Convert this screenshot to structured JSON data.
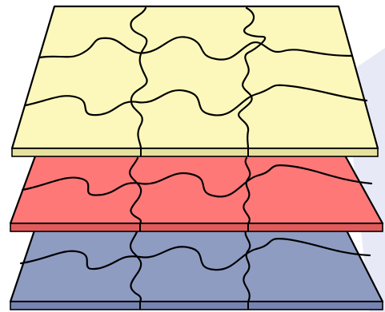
{
  "figure": {
    "type": "stacked-jigsaw-puzzle-layers",
    "layers": [
      {
        "name": "bottom",
        "color": "#8e9cc2",
        "edge_color": "#7584b0"
      },
      {
        "name": "middle",
        "color": "#ff7878",
        "edge_color": "#e25b5b"
      },
      {
        "name": "top",
        "color": "#fcf8bc",
        "edge_color": "#e7e19e"
      }
    ],
    "background_accent": "#e7e9f6",
    "outline_color": "#000000"
  }
}
